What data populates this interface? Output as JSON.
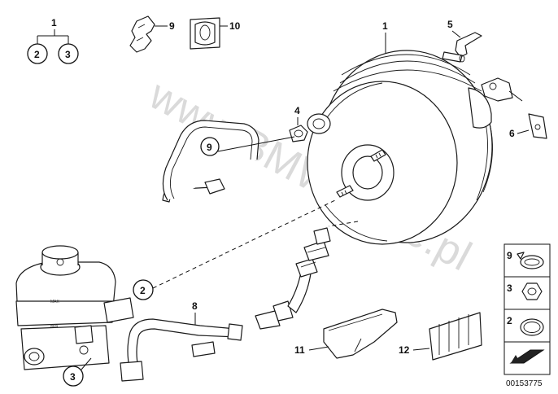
{
  "watermark": "www.BMW-store.pl",
  "figure_number": "00153775",
  "reservoir_marks": {
    "max": "MAX",
    "min": "MIN"
  },
  "callouts": {
    "top_group_1": "1",
    "top_group_2": "2",
    "top_group_3": "3",
    "booster": "1",
    "clip_9_top": "9",
    "grommet_10": "10",
    "pin_5": "5",
    "clip_6": "6",
    "nut_4": "4",
    "hose_9": "9",
    "master_cyl_2": "2",
    "master_cyl_3": "3",
    "hose_8": "8",
    "bracket_11": "11",
    "holder_12": "12"
  },
  "legend": [
    {
      "num": "9",
      "icon": "hose-clamp-icon"
    },
    {
      "num": "3",
      "icon": "hex-nut-icon"
    },
    {
      "num": "2",
      "icon": "seal-ring-icon"
    },
    {
      "num": "",
      "icon": "arrow-direction-icon"
    }
  ]
}
